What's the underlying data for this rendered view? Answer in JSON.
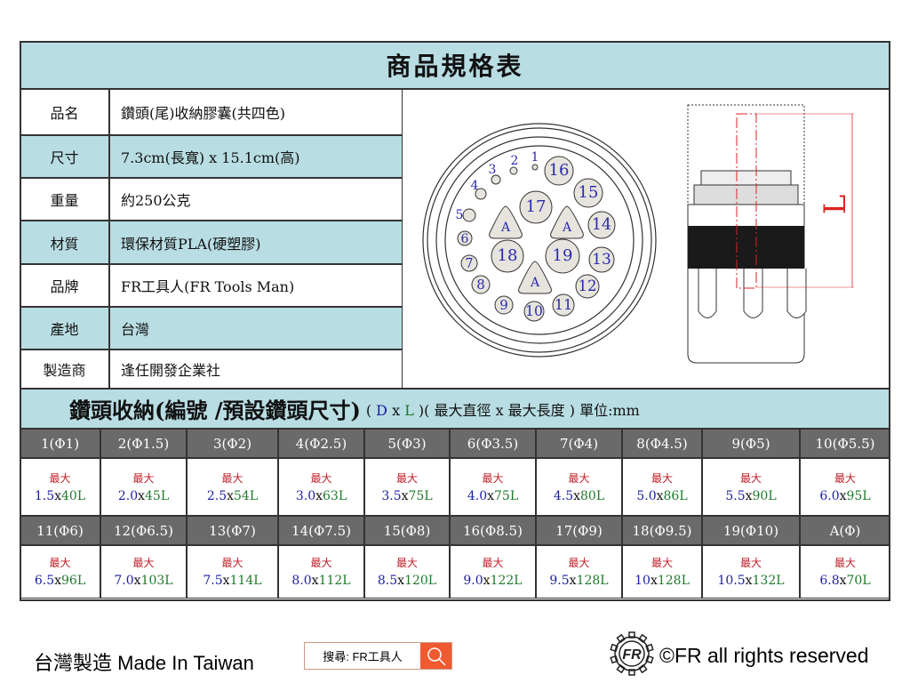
{
  "title": "商品規格表",
  "specs": [
    {
      "label": "品名",
      "value": "鑽頭(尾)收納膠囊(共四色)"
    },
    {
      "label": "尺寸",
      "value": "7.3cm(長寬) x 15.1cm(高)"
    },
    {
      "label": "重量",
      "value": "約250公克"
    },
    {
      "label": "材質",
      "value": "環保材質PLA(硬塑膠)"
    },
    {
      "label": "品牌",
      "value": "FR工具人(FR Tools Man)"
    },
    {
      "label": "產地",
      "value": "台灣"
    },
    {
      "label": "製造商",
      "value": "逢任開發企業社"
    }
  ],
  "diagram": {
    "holes": [
      "1",
      "2",
      "3",
      "4",
      "5",
      "6",
      "7",
      "8",
      "9",
      "10",
      "11",
      "12",
      "13",
      "14",
      "15",
      "16",
      "17",
      "18",
      "19"
    ],
    "triangle_label": "A",
    "length_label": "L"
  },
  "storage": {
    "heading": "鑽頭收納(編號 /預設鑽頭尺寸)",
    "open": "( ",
    "d": "D",
    "x": " x ",
    "l": "L",
    "rest": " )( 最大直徑 x 最大長度 ) 單位:mm",
    "max_label": "最大",
    "rows": [
      [
        {
          "h": "1(Φ1)",
          "d": "1.5",
          "l": "40L"
        },
        {
          "h": "2(Φ1.5)",
          "d": "2.0",
          "l": "45L"
        },
        {
          "h": "3(Φ2)",
          "d": "2.5",
          "l": "54L"
        },
        {
          "h": "4(Φ2.5)",
          "d": "3.0",
          "l": "63L"
        },
        {
          "h": "5(Φ3)",
          "d": "3.5",
          "l": "75L"
        },
        {
          "h": "6(Φ3.5)",
          "d": "4.0",
          "l": "75L"
        },
        {
          "h": "7(Φ4)",
          "d": "4.5",
          "l": "80L"
        },
        {
          "h": "8(Φ4.5)",
          "d": "5.0",
          "l": "86L"
        },
        {
          "h": "9(Φ5)",
          "d": "5.5",
          "l": "90L"
        },
        {
          "h": "10(Φ5.5)",
          "d": "6.0",
          "l": "95L"
        }
      ],
      [
        {
          "h": "11(Φ6)",
          "d": "6.5",
          "l": "96L"
        },
        {
          "h": "12(Φ6.5)",
          "d": "7.0",
          "l": "103L"
        },
        {
          "h": "13(Φ7)",
          "d": "7.5",
          "l": "114L"
        },
        {
          "h": "14(Φ7.5)",
          "d": "8.0",
          "l": "112L"
        },
        {
          "h": "15(Φ8)",
          "d": "8.5",
          "l": "120L"
        },
        {
          "h": "16(Φ8.5)",
          "d": "9.0",
          "l": "122L"
        },
        {
          "h": "17(Φ9)",
          "d": "9.5",
          "l": "128L"
        },
        {
          "h": "18(Φ9.5)",
          "d": "10",
          "l": "128L"
        },
        {
          "h": "19(Φ10)",
          "d": "10.5",
          "l": "132L"
        },
        {
          "h": "A(Φ)",
          "d": "6.8",
          "l": "70L"
        }
      ]
    ]
  },
  "footer": {
    "made_in": "台灣製造 Made In Taiwan",
    "search_label": "搜尋: FR工具人",
    "logo_text": "FR",
    "copyright": "©FR all rights reserved",
    "accent": "#f05a30"
  }
}
